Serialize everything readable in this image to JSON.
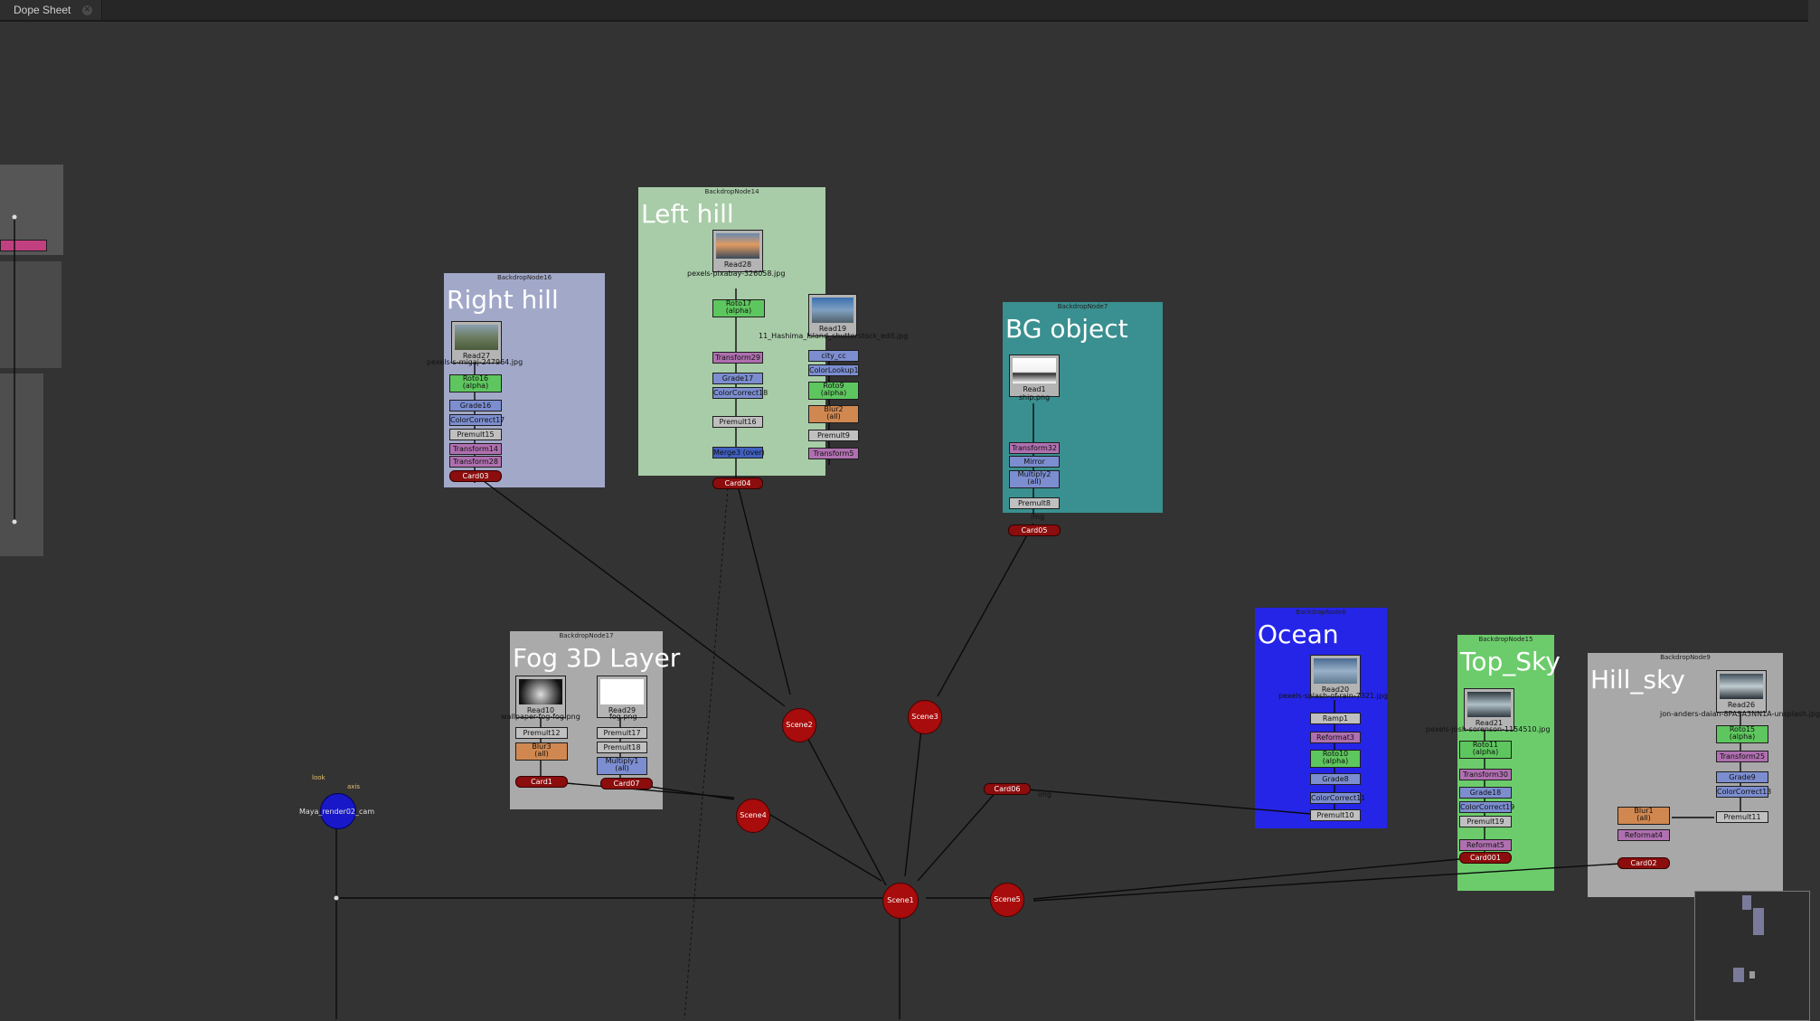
{
  "tab": {
    "label": "Dope Sheet"
  },
  "backdrops": {
    "right_hill": {
      "name": "BackdropNode16",
      "label": "Right hill"
    },
    "left_hill": {
      "name": "BackdropNode14",
      "label": "Left hill"
    },
    "bg_object": {
      "name": "BackdropNode7",
      "label": "BG object"
    },
    "fog": {
      "name": "BackdropNode17",
      "label": "Fog 3D Layer"
    },
    "ocean": {
      "name": "BackdropNode6",
      "label": "Ocean"
    },
    "top_sky": {
      "name": "BackdropNode15",
      "label": "Top_Sky"
    },
    "hill_sky": {
      "name": "BackdropNode9",
      "label": "Hill_sky"
    }
  },
  "right_hill": {
    "read": "Read27",
    "file": "pexels-s-migaj-247964.jpg",
    "roto_a": "Roto16",
    "roto_b": "(alpha)",
    "grade": "Grade16",
    "cc": "ColorCorrect17",
    "premult": "Premult15",
    "disabled": "Transform14",
    "transform": "Transform28",
    "card": "Card03"
  },
  "left_hill": {
    "read": "Read28",
    "file": "pexels-pixabay-326058.jpg",
    "roto_a": "Roto17",
    "roto_b": "(alpha)",
    "transform": "Transform29",
    "grade": "Grade17",
    "cc": "ColorCorrect18",
    "premult": "Premult16",
    "merge": "Merge3 (over)",
    "card": "Card04",
    "read2": "Read19",
    "file2": "11_Hashima_Island_shutterstock_edit.jpg",
    "city_cc": "city_cc",
    "lookup": "ColorLookup1",
    "roto2_a": "Roto9",
    "roto2_b": "(alpha)",
    "blur_a": "Blur2",
    "blur_b": "(all)",
    "premult2": "Premult9",
    "transform2": "Transform5"
  },
  "bg_object": {
    "read": "Read1",
    "file": "ship.png",
    "transform": "Transform32",
    "merge": "Mirror",
    "multiply_a": "Multiply2",
    "multiply_b": "(all)",
    "premult": "Premult8",
    "card": "Card05",
    "tag": "img"
  },
  "fog": {
    "read_a": "Read10",
    "file_a": "wallpaper-fog-fog.png",
    "premult_a": "Premult12",
    "blur_a": "Blur3",
    "blur_b": "(all)",
    "card_a": "Card1",
    "read_b": "Read29",
    "file_b": "fog.png",
    "premult_b": "Premult17",
    "premult_c": "Premult18",
    "multiply_a": "Multiply1",
    "multiply_b": "(all)",
    "card_b": "Card07"
  },
  "ocean": {
    "read": "Read20",
    "file": "pexels-splash-of-rain-7321.jpg",
    "ramp": "Ramp1",
    "reformat": "Reformat3",
    "roto_a": "Roto10",
    "roto_b": "(alpha)",
    "grade": "Grade8",
    "cc": "ColorCorrect11",
    "premult": "Premult10",
    "card": "Card06",
    "tag": "img"
  },
  "top_sky": {
    "read": "Read21",
    "file": "pexels-josh-sorenson-1154510.jpg",
    "roto_a": "Roto11",
    "roto_b": "(alpha)",
    "transform": "Transform30",
    "grade": "Grade18",
    "cc": "ColorCorrect19",
    "premult": "Premult19",
    "reformat": "Reformat5",
    "card": "Card001"
  },
  "hill_sky": {
    "read": "Read26",
    "file": "jon-anders-daian-8PASA3NN1A-unsplash.jpg",
    "roto_a": "Roto15",
    "roto_b": "(alpha)",
    "transform": "Transform25",
    "grade": "Grade9",
    "cc": "ColorCorrect13",
    "premult": "Premult11",
    "blur_a": "Blur1",
    "blur_b": "(all)",
    "reformat": "Reformat4",
    "card": "Card02"
  },
  "scenes": {
    "s1": "Scene1",
    "s2": "Scene2",
    "s3": "Scene3",
    "s4": "Scene4",
    "s5": "Scene5"
  },
  "camera": {
    "label": "Maya_render02_cam",
    "look": "look",
    "axis": "axis"
  }
}
